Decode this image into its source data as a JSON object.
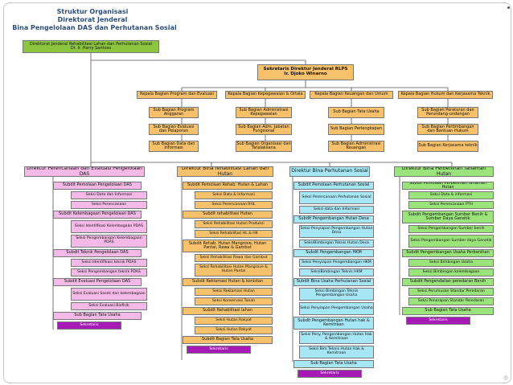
{
  "title": {
    "line1": "Struktur Organisasi",
    "line2": "Direktorat Jenderal",
    "line3": "Bina Pengelolaan DAS dan Perhutanan Sosial"
  },
  "director_general": {
    "title": "Direktorat Jenderal Rehabilitasi Lahan dan Perhutanan Sosial",
    "name": "Dr. Ir. Harry Santoso"
  },
  "secretary": {
    "title": "Sekretaris Direktur Jenderal RLPS",
    "name": "Ir. Djoko Winarno"
  },
  "bureaus": [
    {
      "head": "Kepala Bagian Program dan Evaluasi",
      "subs": [
        "Sub Bagian Program Anggaran",
        "Sub Bagian Evaluasi dan Pelaporan",
        "Sub Bagian Data dan Informasi"
      ]
    },
    {
      "head": "Kepala Bagian Kepegawaian & Ortala",
      "subs": [
        "Sub Bagian Administrasi Kepegawaian",
        "Sub Bagian Adm. Jabatan Fungsional",
        "Sub Bagian Organisasi dan Tatalaksana"
      ]
    },
    {
      "head": "Kepala Bagian Keuangan dan Umum",
      "subs": [
        "Sub Bagian Tata Usaha",
        "Sub Bagian Perlengkapan",
        "Sub Bagian Administrasi Keuangan"
      ]
    },
    {
      "head": "Kepala Bagian Hukum dan Kerjasama Teknik",
      "subs": [
        "Sub Bagian Peraturan dan Perundang-undangan",
        "Sub Bagian Pertimbangan dan Bantuan Hukum",
        "Sub Bagian Kerjasama teknik"
      ]
    }
  ],
  "directorates": [
    {
      "head": "Direktur Perencanaan dan Evaluasi Pengelolaan DAS",
      "items": [
        {
          "type": "subdit",
          "label": "Subdit Pemolaan Pengelolaan DAS"
        },
        {
          "type": "seksi",
          "label": "Seksi Data dan Informasi"
        },
        {
          "type": "seksi",
          "label": "Seksi Perencanaan"
        },
        {
          "type": "subdit",
          "label": "Subdit Kelembagaan Pengelolaan DAS"
        },
        {
          "type": "seksi",
          "label": "Seksi Identifikasi Kelembagaan PDAS"
        },
        {
          "type": "seksi",
          "label": "Seksi Pengembangan Kelembagaan PDAS"
        },
        {
          "type": "subdit",
          "label": "Subdit Teknik Pengelolaan DAS"
        },
        {
          "type": "seksi",
          "label": "Seksi Identifikasi teknik PDAS"
        },
        {
          "type": "seksi",
          "label": "Seksi Pengembangan teknik PDAS"
        },
        {
          "type": "subdit",
          "label": "Subdit Evaluasi Pengelolaan DAS"
        },
        {
          "type": "seksi",
          "label": "Seksi Evaluasi Sosek dan kelembagaan"
        },
        {
          "type": "seksi",
          "label": "Seksi Evaluasi Biofisik"
        },
        {
          "type": "subdit",
          "label": "Sub Bagian Tata Usaha"
        },
        {
          "type": "sekretaris",
          "label": "Sekretaris"
        }
      ]
    },
    {
      "head": "Direktur Bina rehabilitasi Lahan dan Hutan",
      "items": [
        {
          "type": "subdit",
          "label": "Subdit Pemolaan Rehab. Hutan & Lahan"
        },
        {
          "type": "seksi",
          "label": "Seksi Data & Informasi"
        },
        {
          "type": "seksi",
          "label": "Seksi Perencanaan RHL"
        },
        {
          "type": "subdit",
          "label": "Subdit rehabilitasi Hutan"
        },
        {
          "type": "seksi",
          "label": "Seksi Rehabilitasi Hutan Produksi"
        },
        {
          "type": "seksi",
          "label": "Seksi Rehabilitasi HL & HK"
        },
        {
          "type": "subdit",
          "label": "Subdit Rehab. Hutan Mangrove, Hutan Pantai, Rawa & Gambut"
        },
        {
          "type": "seksi",
          "label": "Seksi Rehabilitasi Rawa dan Gambut"
        },
        {
          "type": "seksi",
          "label": "Seksi Rehabilitasi Hutan Mangrove & Hutan Pantai"
        },
        {
          "type": "subdit",
          "label": "Subdit Reklamasi Hutan & konistan"
        },
        {
          "type": "seksi",
          "label": "Seksi Reklamasi Hutan"
        },
        {
          "type": "seksi",
          "label": "Seksi Konservasi Tanah"
        },
        {
          "type": "subdit",
          "label": "Subdit Rehabilitasi lahan"
        },
        {
          "type": "seksi",
          "label": "Seksi Hutan Rakyat"
        },
        {
          "type": "seksi",
          "label": "Seksi Hutan Rakyat"
        },
        {
          "type": "subdit",
          "label": "Subdit Bagian Tata Usaha"
        },
        {
          "type": "sekretaris",
          "label": "Sekretaris"
        }
      ]
    },
    {
      "head": "Direktur Bina Perhutanan Sosial",
      "items": [
        {
          "type": "subdit",
          "label": "Subdit Pemolaan Perhutanan Sosial"
        },
        {
          "type": "seksi",
          "label": "Seksi Perencanaan Perhutanan Sosial"
        },
        {
          "type": "seksi",
          "label": "Seksi data dan Informasi"
        },
        {
          "type": "subdit",
          "label": "Subdit Pengembangan Hutan Desa"
        },
        {
          "type": "seksi",
          "label": "Seksi Penyiapan Pengembangan Hutan Desa"
        },
        {
          "type": "seksi",
          "label": "SeksiBimbingan Teknis Hutan Desa"
        },
        {
          "type": "subdit",
          "label": "Subdit Pengembangan HKM"
        },
        {
          "type": "seksi",
          "label": "Seksi Penyiapan Pengembangan HKM"
        },
        {
          "type": "seksi",
          "label": "SeksiBimbingan Teknis HKM"
        },
        {
          "type": "subdit",
          "label": "Subdit Bina Usaha Perhutanan Sosial"
        },
        {
          "type": "seksi",
          "label": "Seksi Bimbingan Teknis Pengembangan Usaha"
        },
        {
          "type": "seksi",
          "label": "Seksi Penyiapan Pengembangan Usaha"
        },
        {
          "type": "subdit",
          "label": "Subdit Pengembangan Hutan hak & Kemitraan"
        },
        {
          "type": "seksi",
          "label": "Seksi Peny. Pengembangan Hutan Hak & Kemitraan"
        },
        {
          "type": "seksi",
          "label": "Seksi Bim Teknis Hutan Hak & Kemitraan"
        },
        {
          "type": "subdit",
          "label": "Sub Bagian Tata Usaha"
        },
        {
          "type": "sekretaris",
          "label": "Sekretaris"
        }
      ]
    },
    {
      "head": "Direktur Bina Perbenihan Tanaman Hutan",
      "items": [
        {
          "type": "subdit",
          "label": "Subdit Pemolaan Perbenihan tanaman Hutan"
        },
        {
          "type": "seksi",
          "label": "Seksi Data & informasi"
        },
        {
          "type": "seksi",
          "label": "Seksi Perencanaan PTH"
        },
        {
          "type": "subdit",
          "label": "Subdit Pengembangan Sumber Benih & Sumber Daya Genetik"
        },
        {
          "type": "seksi",
          "label": "Seksi Pengembangan Sumber benih"
        },
        {
          "type": "seksi",
          "label": "Seksi Pengembangan Sumber daya Genetik"
        },
        {
          "type": "subdit",
          "label": "Subdit Pengembangan Usaha Perbenihan"
        },
        {
          "type": "seksi",
          "label": "Seksi Bimbingan Usaha"
        },
        {
          "type": "seksi",
          "label": "Seksi Bimbingan kelembagaan"
        },
        {
          "type": "subdit",
          "label": "Subdit Pengendalian peredaran Benih"
        },
        {
          "type": "seksi",
          "label": "Seksi Perumusan Standar Peredaran"
        },
        {
          "type": "seksi",
          "label": "Seksi Penerapan Standar Peredaran"
        },
        {
          "type": "subdit",
          "label": "Sub Bagian Tata Usaha"
        },
        {
          "type": "sekretaris",
          "label": "Sekretaris"
        }
      ]
    }
  ]
}
